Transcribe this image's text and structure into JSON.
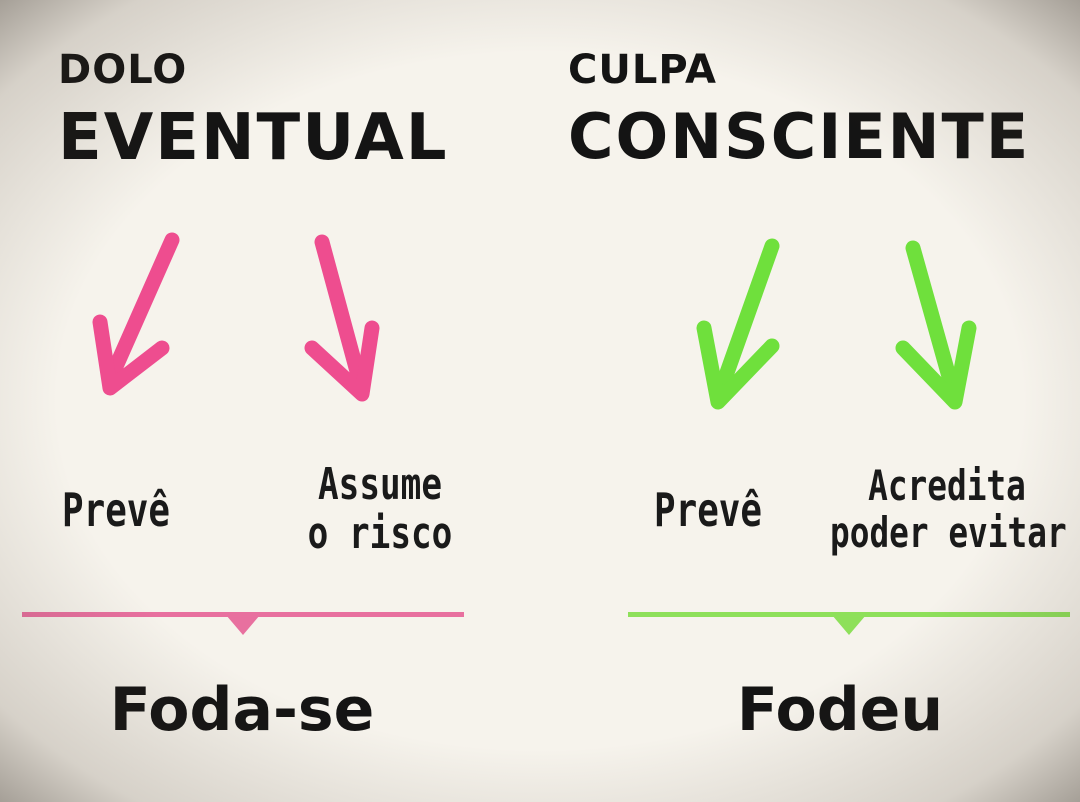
{
  "colors": {
    "background": "#f6f3ec",
    "text": "#141414",
    "pink_accent": "#ee4d8f",
    "pink_line": "#e8709f",
    "green_accent": "#6fe03c",
    "green_line": "#8ee05a"
  },
  "left": {
    "title_small": "DOLO",
    "title_big": "EVENTUAL",
    "arrow_icon": "pink-arrow-icon",
    "item_1": "Prevê",
    "item_2_line1": "Assume",
    "item_2_line2": "o risco",
    "conclusion": "Foda-se"
  },
  "right": {
    "title_small": "CULPA",
    "title_big": "CONSCIENTE",
    "arrow_icon": "green-arrow-icon",
    "item_1": "Prevê",
    "item_2_line1": "Acredita",
    "item_2_line2": "poder evitar",
    "conclusion": "Fodeu"
  }
}
